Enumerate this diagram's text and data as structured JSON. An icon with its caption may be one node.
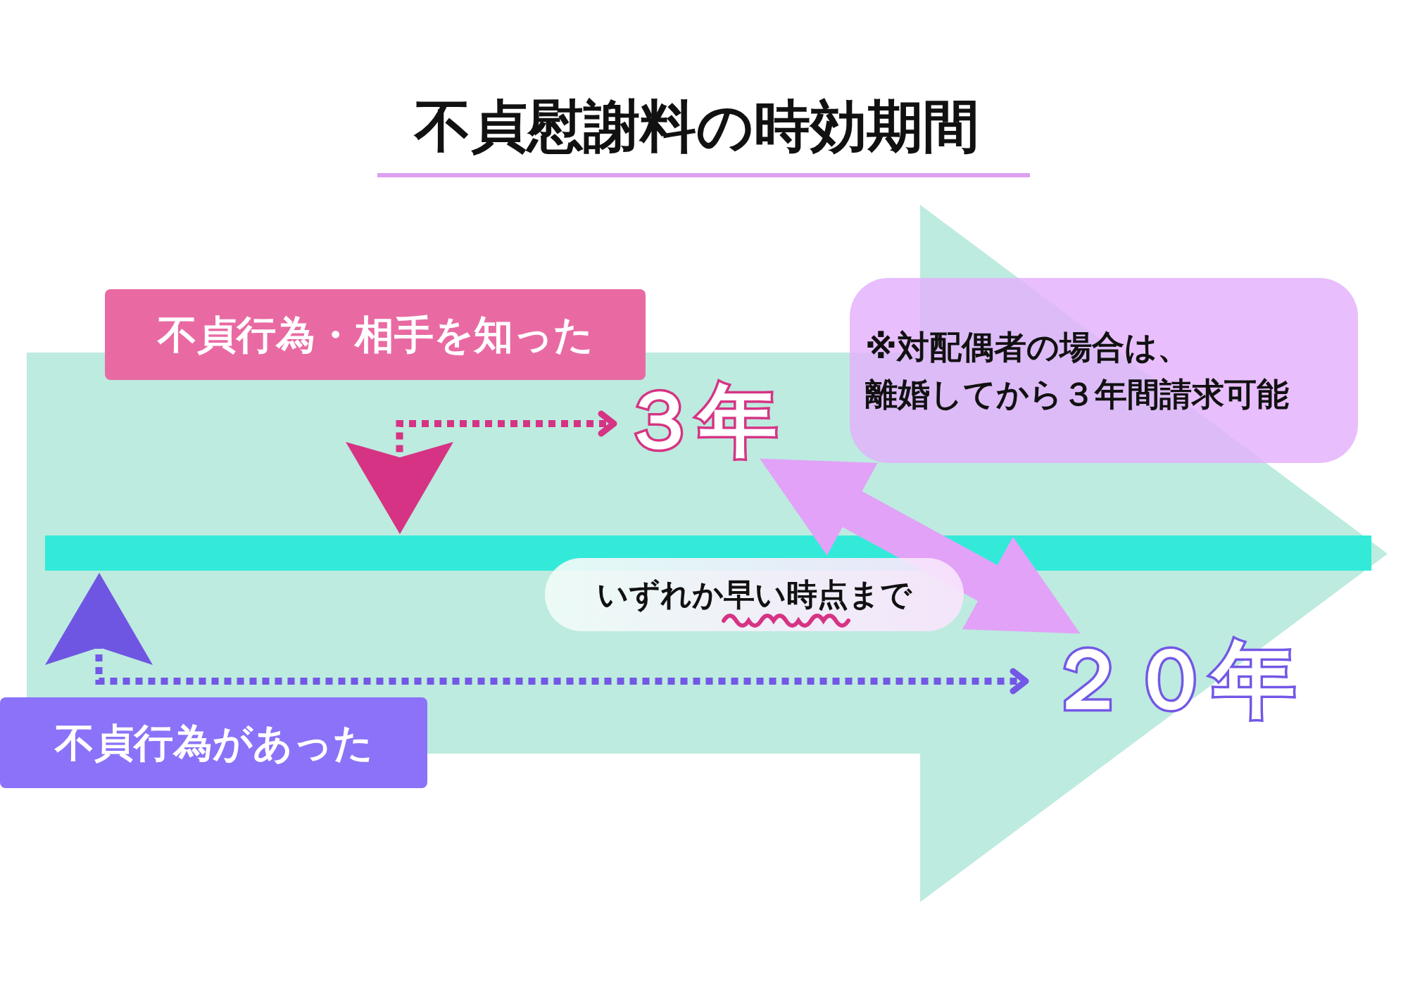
{
  "diagram": {
    "title": "不貞慰謝料の時効期間",
    "nodes": [
      {
        "text": [
          "不貞行為・相手を知った"
        ]
      },
      {
        "text": [
          "※対配偶者の場合は、離婚してから３年間請求可能"
        ]
      },
      {
        "text": [
          "３年"
        ]
      },
      {
        "text": [],
        "shape": "triangle"
      },
      {
        "text": [],
        "shape": "triangle"
      },
      {
        "text": [
          "２０年"
        ]
      },
      {
        "text": [
          "不貞行為があった"
        ]
      }
    ],
    "edges": [
      {
        "from": 3,
        "to": 2,
        "arrow": "to",
        "style": "dashed",
        "color": "#d63384"
      },
      {
        "from": 4,
        "to": 5,
        "arrow": "to",
        "style": "dashed",
        "color": "#7357e6"
      },
      {
        "from": 2,
        "to": 5,
        "arrow": "both",
        "label": "いずれか早い時点まで",
        "style": "thick",
        "color": "#e2a2f8"
      }
    ]
  }
}
